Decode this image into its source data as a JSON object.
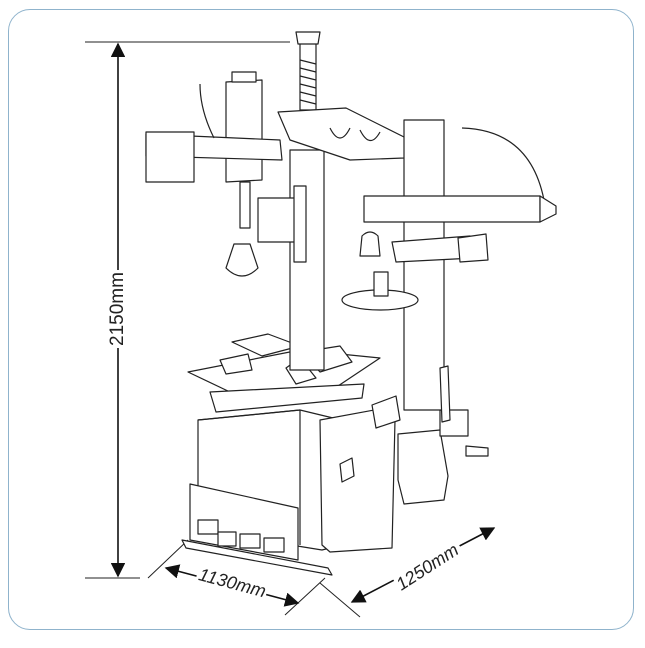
{
  "dimensions": {
    "height": "2150mm",
    "width": "1130mm",
    "depth": "1250mm"
  },
  "colors": {
    "frame_border": "#8fb3cc",
    "line": "#222222",
    "fill": "#ffffff"
  }
}
